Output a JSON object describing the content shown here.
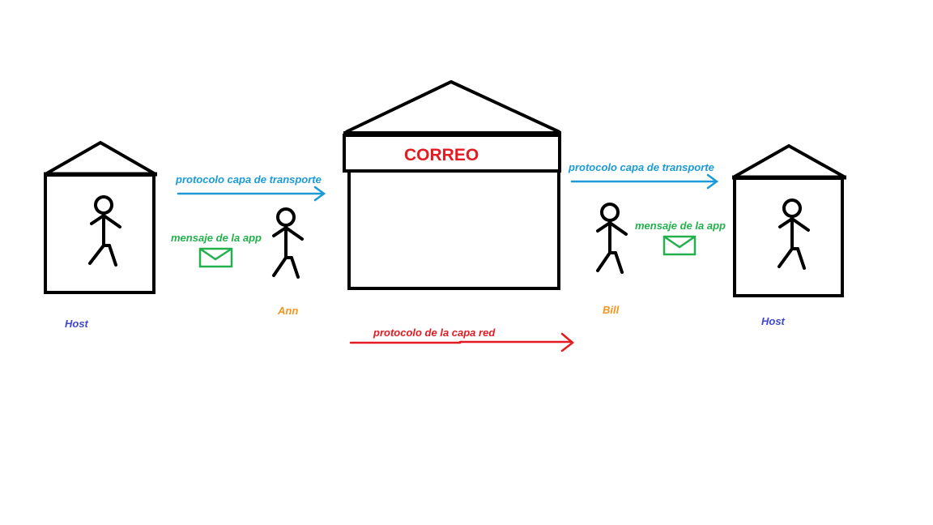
{
  "colors": {
    "ink": "#000000",
    "transport": "#1a9ad6",
    "app": "#22b14c",
    "network": "#e31b23",
    "host": "#3f48cc",
    "person": "#f7941d"
  },
  "post_office": {
    "title": "CORREO"
  },
  "left_host": {
    "label": "Host",
    "icon": "house-icon"
  },
  "right_host": {
    "label": "Host",
    "icon": "house-icon"
  },
  "ann": {
    "label": "Ann",
    "icon": "stick-figure-icon"
  },
  "bill": {
    "label": "Bill",
    "icon": "stick-figure-icon"
  },
  "left_transport": {
    "label": "protocolo capa de transporte"
  },
  "right_transport": {
    "label": "protocolo capa de transporte"
  },
  "left_app": {
    "label": "mensaje de la app",
    "icon": "envelope-icon"
  },
  "right_app": {
    "label": "mensaje de la app",
    "icon": "envelope-icon"
  },
  "network": {
    "label": "protocolo de la capa red"
  }
}
